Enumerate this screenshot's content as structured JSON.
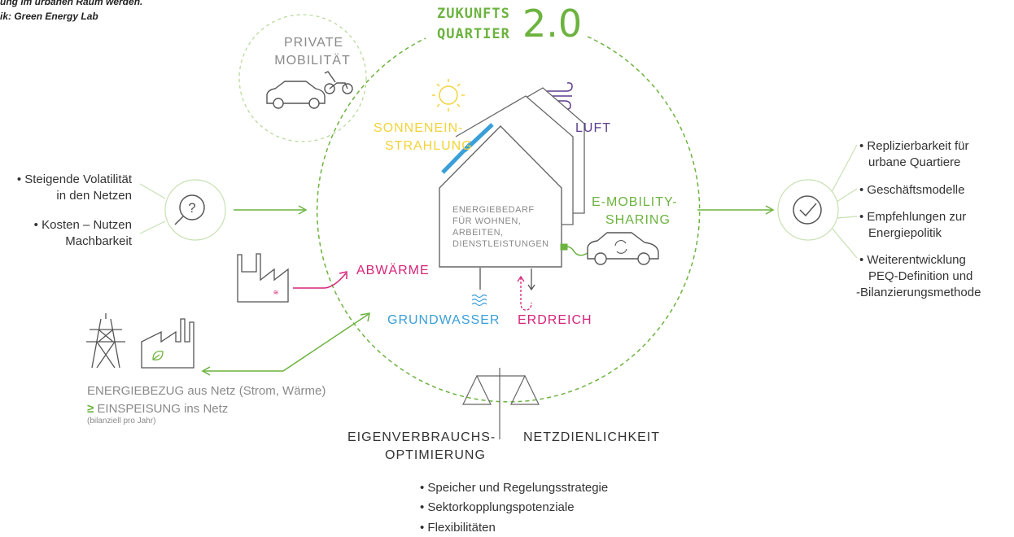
{
  "credits": {
    "line1": "ung im urbanen Raum werden.",
    "line2": "ik: Green Energy Lab"
  },
  "title": {
    "line1": "ZUKUNFTS",
    "line2": "QUARTIER",
    "number": "2.0"
  },
  "private_mobility": {
    "line1": "PRIVATE",
    "line2": "MOBILITÄT"
  },
  "sources": {
    "sun": {
      "line1": "SONNENEIN-",
      "line2": "STRAHLUNG",
      "color": "#f2d33a"
    },
    "air": {
      "label": "LUFT",
      "color": "#5b3c8e"
    },
    "emobility": {
      "line1": "E-MOBILITY-",
      "line2": "SHARING",
      "color": "#6cb33f"
    },
    "waste_heat": {
      "label": "ABWÄRME",
      "color": "#d6257a"
    },
    "groundwater": {
      "label": "GRUNDWASSER",
      "color": "#3a9fd8"
    },
    "soil": {
      "label": "ERDREICH",
      "color": "#d6257a"
    }
  },
  "house": {
    "line1": "ENERGIEBEDARF",
    "line2": "FÜR WOHNEN,",
    "line3": "ARBEITEN,",
    "line4": "DIENSTLEISTUNGEN"
  },
  "left_bullets": {
    "b1_line1": "• Steigende Volatilität",
    "b1_line2": "in den Netzen",
    "b2_line1": "• Kosten – Nutzen",
    "b2_line2": "Machbarkeit"
  },
  "right_bullets": {
    "b1_line1": "• Replizierbarkeit für",
    "b1_line2": "urbane Quartiere",
    "b2": "• Geschäftsmodelle",
    "b3_line1": "• Empfehlungen zur",
    "b3_line2": "Energiepolitik",
    "b4_line1": "• Weiterentwicklung",
    "b4_line2": "PEQ-Definition und",
    "b4_line3": "-Bilanzierungsmethode"
  },
  "grid": {
    "line1": "ENERGIEBEZUG aus Netz (Strom, Wärme)",
    "ge": "≥",
    "line2": "EINSPEISUNG ins Netz",
    "line3": "(bilanziell pro Jahr)"
  },
  "balance": {
    "left_line1": "EIGENVERBRAUCHS-",
    "left_line2": "OPTIMIERUNG",
    "right": "NETZDIENLICHKEIT"
  },
  "bottom_bullets": {
    "b1": "• Speicher und Regelungsstrategie",
    "b2": "• Sektorkopplungspotenziale",
    "b3": "• Flexibilitäten"
  },
  "icons": {
    "question": "magnifier-question-icon",
    "check": "check-circle-icon",
    "factory": "factory-heat-icon",
    "pylon": "power-pylon-icon",
    "green_factory": "green-factory-icon",
    "car": "car-icon",
    "scooter": "scooter-icon",
    "sun": "sun-icon",
    "wind": "wind-icon",
    "ecar": "ecar-charging-icon",
    "water": "water-waves-icon",
    "scale": "balance-scale-icon"
  },
  "colors": {
    "green": "#6cb33f",
    "gray_text": "#8a8a8a",
    "dark_text": "#333333",
    "icon_stroke": "#555555",
    "magenta": "#d6257a",
    "blue": "#3a9fd8",
    "yellow": "#f2d33a",
    "purple": "#5b3c8e"
  }
}
